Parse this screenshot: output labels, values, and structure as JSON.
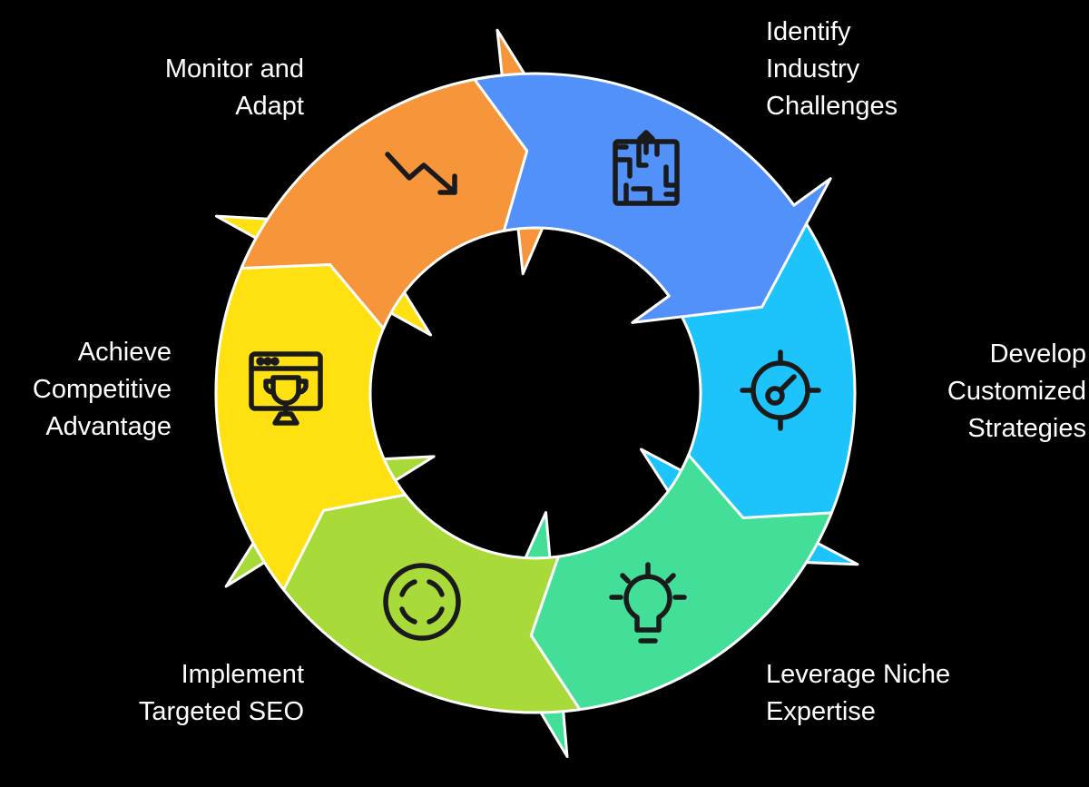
{
  "diagram": {
    "type": "cycle",
    "steps": [
      {
        "id": "identify",
        "lines": [
          "Identify",
          "Industry",
          "Challenges"
        ],
        "color": "#5290FA",
        "icon": "maze-icon"
      },
      {
        "id": "develop",
        "lines": [
          "Develop",
          "Customized",
          "Strategies"
        ],
        "color": "#1DC4FC",
        "icon": "target-gauge-icon"
      },
      {
        "id": "leverage",
        "lines": [
          "Leverage Niche",
          "Expertise"
        ],
        "color": "#43DE97",
        "icon": "lightbulb-icon"
      },
      {
        "id": "implement",
        "lines": [
          "Implement",
          "Targeted SEO"
        ],
        "color": "#A8DB39",
        "icon": "focus-circle-icon"
      },
      {
        "id": "achieve",
        "lines": [
          "Achieve",
          "Competitive",
          "Advantage"
        ],
        "color": "#FFE111",
        "icon": "trophy-browser-icon"
      },
      {
        "id": "monitor",
        "lines": [
          "Monitor and",
          "Adapt"
        ],
        "color": "#F7953B",
        "icon": "trend-down-icon"
      }
    ]
  }
}
